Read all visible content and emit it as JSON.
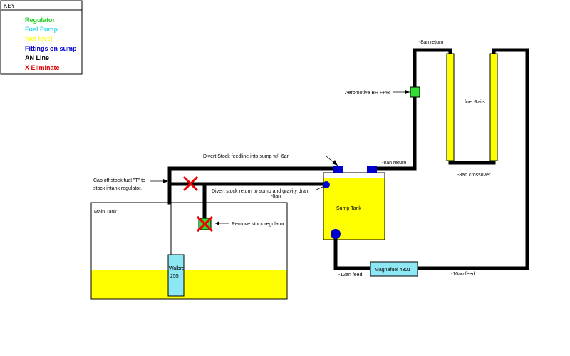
{
  "key": {
    "title": "KEY",
    "items": [
      {
        "label": "Regulator",
        "color": "#22cc22"
      },
      {
        "label": "Fuel Pump",
        "color": "#44d8ee"
      },
      {
        "label": "fuel level",
        "color": "#ffff33"
      },
      {
        "label": "Fittings on sump",
        "color": "#0000cc"
      },
      {
        "label": "AN Line",
        "color": "#000000"
      },
      {
        "label": "X Eliminate",
        "color": "#dd0000"
      }
    ]
  },
  "colors": {
    "fuel": "#ffff00",
    "pump": "#8ee8f4",
    "regulator": "#33dd33",
    "fitting": "#0000cc",
    "eliminate": "#ee0000",
    "pipe": "#000000"
  },
  "labels": {
    "an8_return_top": "-8an return",
    "aeromotive": "Aeromotive BR FPR",
    "fuel_rails": "fuel Rails",
    "divert_feed": "Divert Stock feedline into sump w/ -6an",
    "an8_return_mid": "-8an return",
    "an8_crossover": "-8an crossover",
    "cap_off_1": "Cap off stock fuel \"T\" to",
    "cap_off_2": "stock intank regulator.",
    "divert_return": "Divert stock return to sump and gravity drain",
    "an6": "-6an",
    "main_tank": "Main Tank",
    "sump_tank": "Sump Tank",
    "remove_reg": "Remove stock regulator",
    "walbro_1": "Walbro",
    "walbro_2": "255",
    "magnafuel": "Magnafuel 4301",
    "an12_feed": "-12an feed",
    "an10_feed": "-10an feed"
  }
}
